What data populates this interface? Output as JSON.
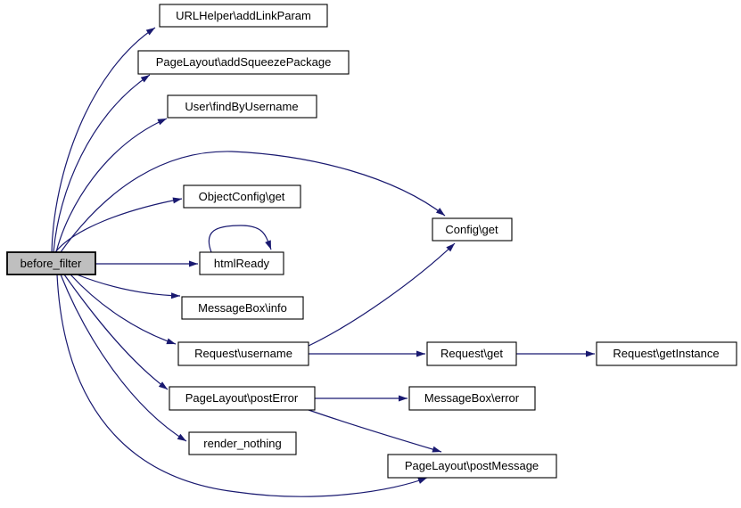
{
  "diagram": {
    "type": "doxygen-call-graph",
    "root": "before_filter",
    "nodes": {
      "before_filter": {
        "label": "before_filter",
        "highlighted": true
      },
      "add_link_param": {
        "label": "URLHelper\\addLinkParam",
        "highlighted": false
      },
      "add_squeeze_package": {
        "label": "PageLayout\\addSqueezePackage",
        "highlighted": false
      },
      "find_by_username": {
        "label": "User\\findByUsername",
        "highlighted": false
      },
      "object_config_get": {
        "label": "ObjectConfig\\get",
        "highlighted": false
      },
      "html_ready": {
        "label": "htmlReady",
        "highlighted": false
      },
      "message_box_info": {
        "label": "MessageBox\\info",
        "highlighted": false
      },
      "request_username": {
        "label": "Request\\username",
        "highlighted": false
      },
      "config_get": {
        "label": "Config\\get",
        "highlighted": false
      },
      "request_get": {
        "label": "Request\\get",
        "highlighted": false
      },
      "request_get_instance": {
        "label": "Request\\getInstance",
        "highlighted": false
      },
      "post_error": {
        "label": "PageLayout\\postError",
        "highlighted": false
      },
      "message_box_error": {
        "label": "MessageBox\\error",
        "highlighted": false
      },
      "render_nothing": {
        "label": "render_nothing",
        "highlighted": false
      },
      "post_message": {
        "label": "PageLayout\\postMessage",
        "highlighted": false
      }
    },
    "edges": [
      {
        "from": "before_filter",
        "to": "add_link_param"
      },
      {
        "from": "before_filter",
        "to": "add_squeeze_package"
      },
      {
        "from": "before_filter",
        "to": "find_by_username"
      },
      {
        "from": "before_filter",
        "to": "config_get"
      },
      {
        "from": "before_filter",
        "to": "object_config_get"
      },
      {
        "from": "before_filter",
        "to": "html_ready"
      },
      {
        "from": "html_ready",
        "to": "html_ready"
      },
      {
        "from": "before_filter",
        "to": "message_box_info"
      },
      {
        "from": "before_filter",
        "to": "request_username"
      },
      {
        "from": "request_username",
        "to": "config_get"
      },
      {
        "from": "request_username",
        "to": "request_get"
      },
      {
        "from": "request_get",
        "to": "request_get_instance"
      },
      {
        "from": "before_filter",
        "to": "post_error"
      },
      {
        "from": "post_error",
        "to": "message_box_error"
      },
      {
        "from": "post_error",
        "to": "post_message"
      },
      {
        "from": "before_filter",
        "to": "render_nothing"
      },
      {
        "from": "before_filter",
        "to": "post_message"
      }
    ],
    "colors": {
      "edge": "#191970",
      "node_fill": "#ffffff",
      "node_border": "#000000",
      "highlight_fill": "#bfbfbf",
      "background": "#ffffff"
    }
  }
}
